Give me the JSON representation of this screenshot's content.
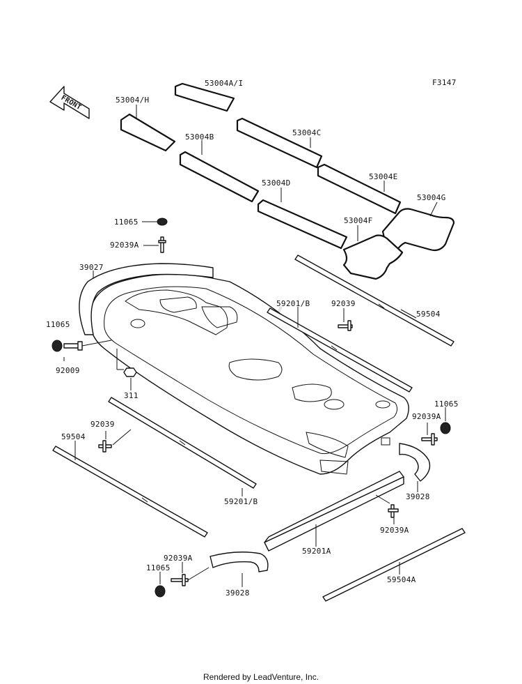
{
  "diagram_id": "F3147",
  "front_arrow_label": "FRONT",
  "footer_text": "Rendered by LeadVenture, Inc.",
  "labels": {
    "l_53004AI": "53004A/I",
    "l_53004H": "53004/H",
    "l_53004B": "53004B",
    "l_53004C": "53004C",
    "l_53004D": "53004D",
    "l_53004E": "53004E",
    "l_53004F": "53004F",
    "l_53004G": "53004G",
    "l_11065_top": "11065",
    "l_92039A_top": "92039A",
    "l_39027": "39027",
    "l_59201B_upper": "59201/B",
    "l_92039_upper": "92039",
    "l_59504_right": "59504",
    "l_11065_left": "11065",
    "l_92009": "92009",
    "l_311": "311",
    "l_11065_right": "11065",
    "l_92039A_right": "92039A",
    "l_92039_lower": "92039",
    "l_59504_left": "59504",
    "l_39028_right": "39028",
    "l_59201B_lower": "59201/B",
    "l_92039A_lower_right": "92039A",
    "l_59201A": "59201A",
    "l_92039A_bottom": "92039A",
    "l_11065_bottom": "11065",
    "l_39028_bottom": "39028",
    "l_59504A": "59504A"
  }
}
